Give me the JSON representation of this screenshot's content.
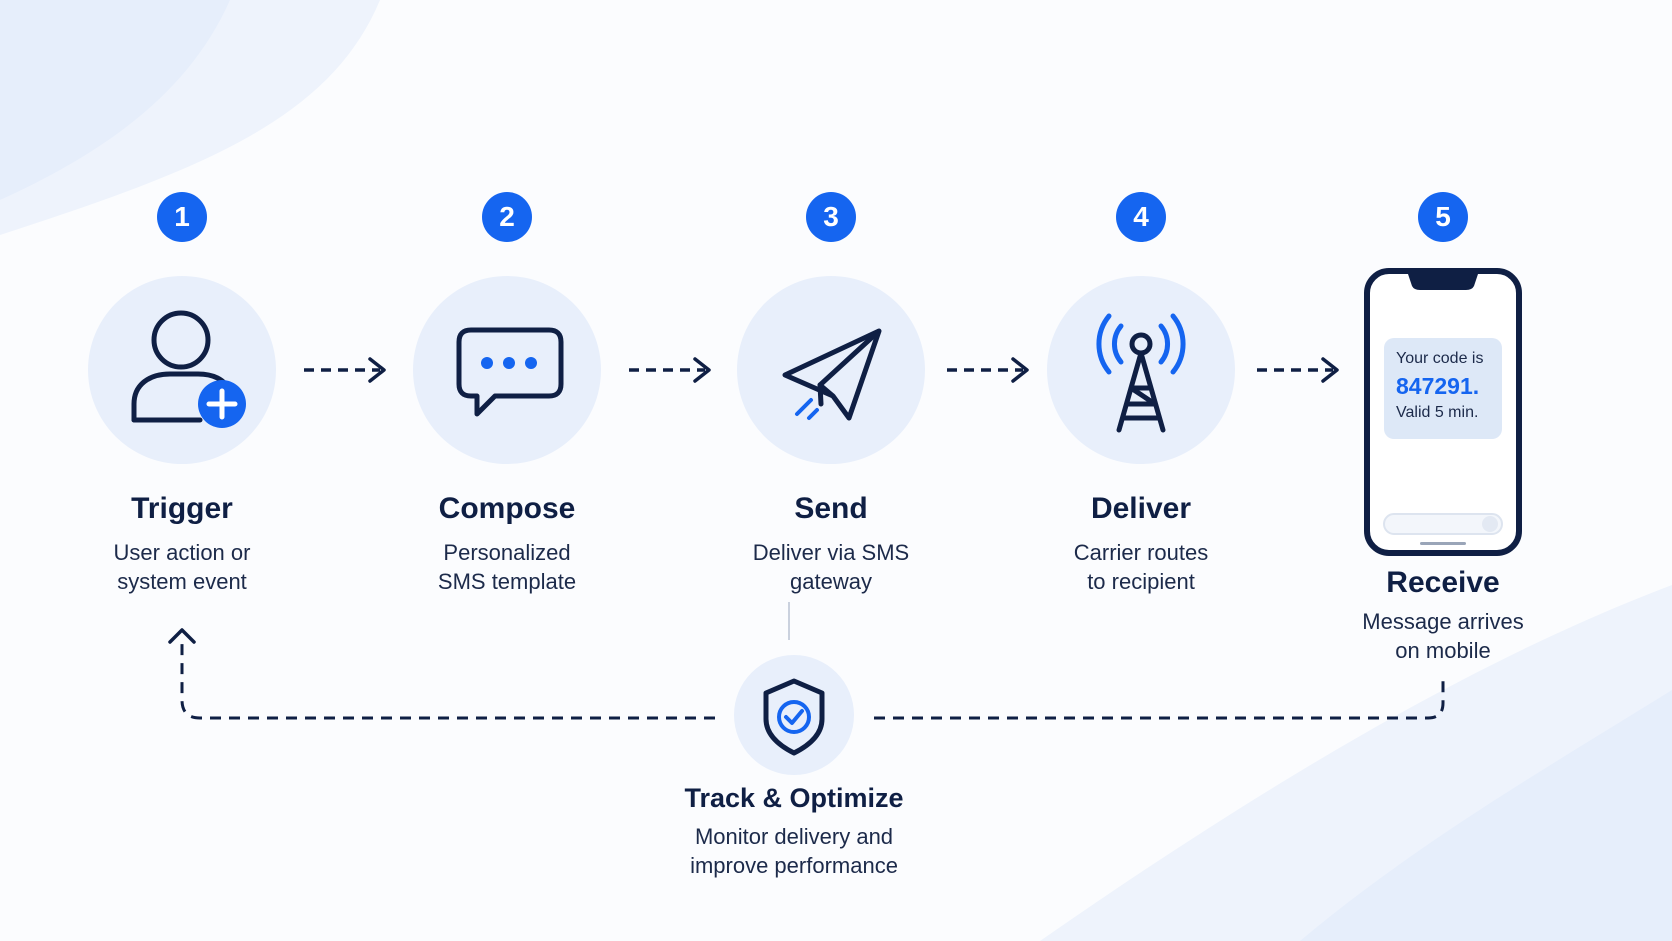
{
  "steps": [
    {
      "number": "1",
      "title": "Trigger",
      "desc_line1": "User action or",
      "desc_line2": "system event",
      "icon": "user-add-icon"
    },
    {
      "number": "2",
      "title": "Compose",
      "desc_line1": "Personalized",
      "desc_line2": "SMS template",
      "icon": "chat-bubble-icon"
    },
    {
      "number": "3",
      "title": "Send",
      "desc_line1": "Deliver via SMS",
      "desc_line2": "gateway",
      "icon": "paper-plane-icon"
    },
    {
      "number": "4",
      "title": "Deliver",
      "desc_line1": "Carrier routes",
      "desc_line2": "to recipient",
      "icon": "cell-tower-icon"
    },
    {
      "number": "5",
      "title": "Receive",
      "desc_line1": "Message arrives",
      "desc_line2": "on mobile",
      "icon": "smartphone-icon"
    }
  ],
  "message": {
    "line1": "Your code is",
    "code": "847291.",
    "line3": "Valid 5 min."
  },
  "track": {
    "title": "Track & Optimize",
    "desc_line1": "Monitor delivery and",
    "desc_line2": "improve performance",
    "icon": "shield-check-icon"
  },
  "colors": {
    "accent": "#1565f0",
    "navy": "#0f1f44",
    "circle": "#e8effb"
  }
}
